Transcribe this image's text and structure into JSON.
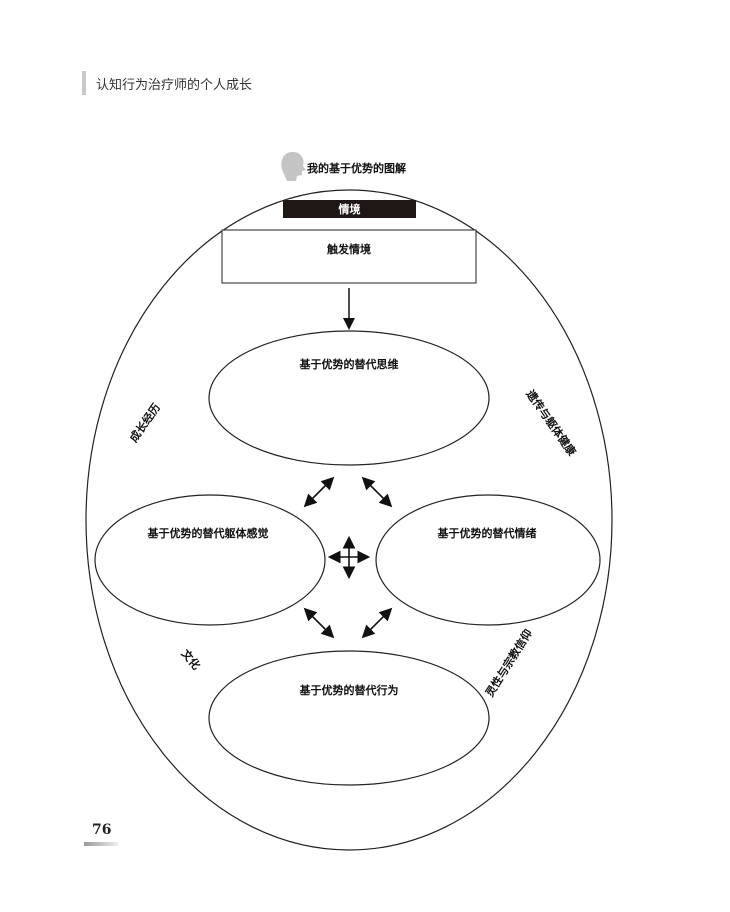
{
  "header": {
    "title": "认知行为治疗师的个人成长"
  },
  "page_number": "76",
  "diagram": {
    "title": "我的基于优势的图解",
    "situation_label": "情境",
    "trigger_box": "触发情境",
    "thoughts": "基于优势的替代思维",
    "body_sensations": "基于优势的替代躯体感觉",
    "emotions": "基于优势的替代情绪",
    "behaviors": "基于优势的替代行为",
    "context_labels": {
      "growth": "成长经历",
      "genetics": "遗传与躯体健康",
      "culture": "文化",
      "spirituality": "灵性与宗教信仰"
    }
  }
}
